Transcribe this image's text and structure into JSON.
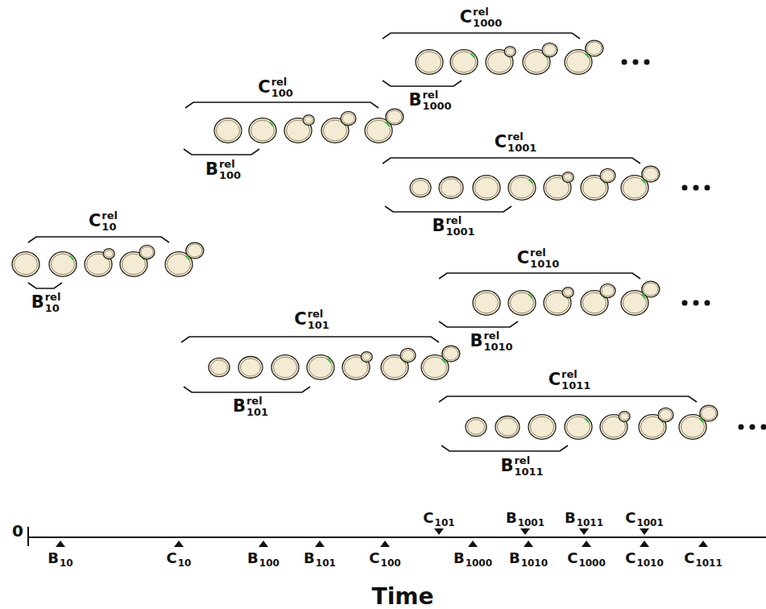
{
  "diagram": {
    "labels": [
      "C",
      "rel",
      "1000",
      "B",
      "rel",
      "1000",
      "C",
      "rel",
      "100",
      "C",
      "rel",
      "1001",
      "B",
      "rel",
      "100",
      "B",
      "rel",
      "1001",
      "C",
      "rel",
      "10",
      "C",
      "rel",
      "1010",
      "B",
      "rel",
      "10",
      "C",
      "rel",
      "101",
      "B",
      "rel",
      "1010",
      "C",
      "rel",
      "1011",
      "B",
      "rel",
      "101",
      "B",
      "rel",
      "1011",
      "C",
      "101",
      "B",
      "1001",
      "B",
      "1011",
      "C",
      "1001",
      "0",
      "B",
      "10",
      "C",
      "10",
      "B",
      "100",
      "B",
      "101",
      "C",
      "100",
      "B",
      "1000",
      "B",
      "1010",
      "C",
      "1000",
      "C",
      "1010",
      "C",
      "1011",
      "Time"
    ]
  }
}
